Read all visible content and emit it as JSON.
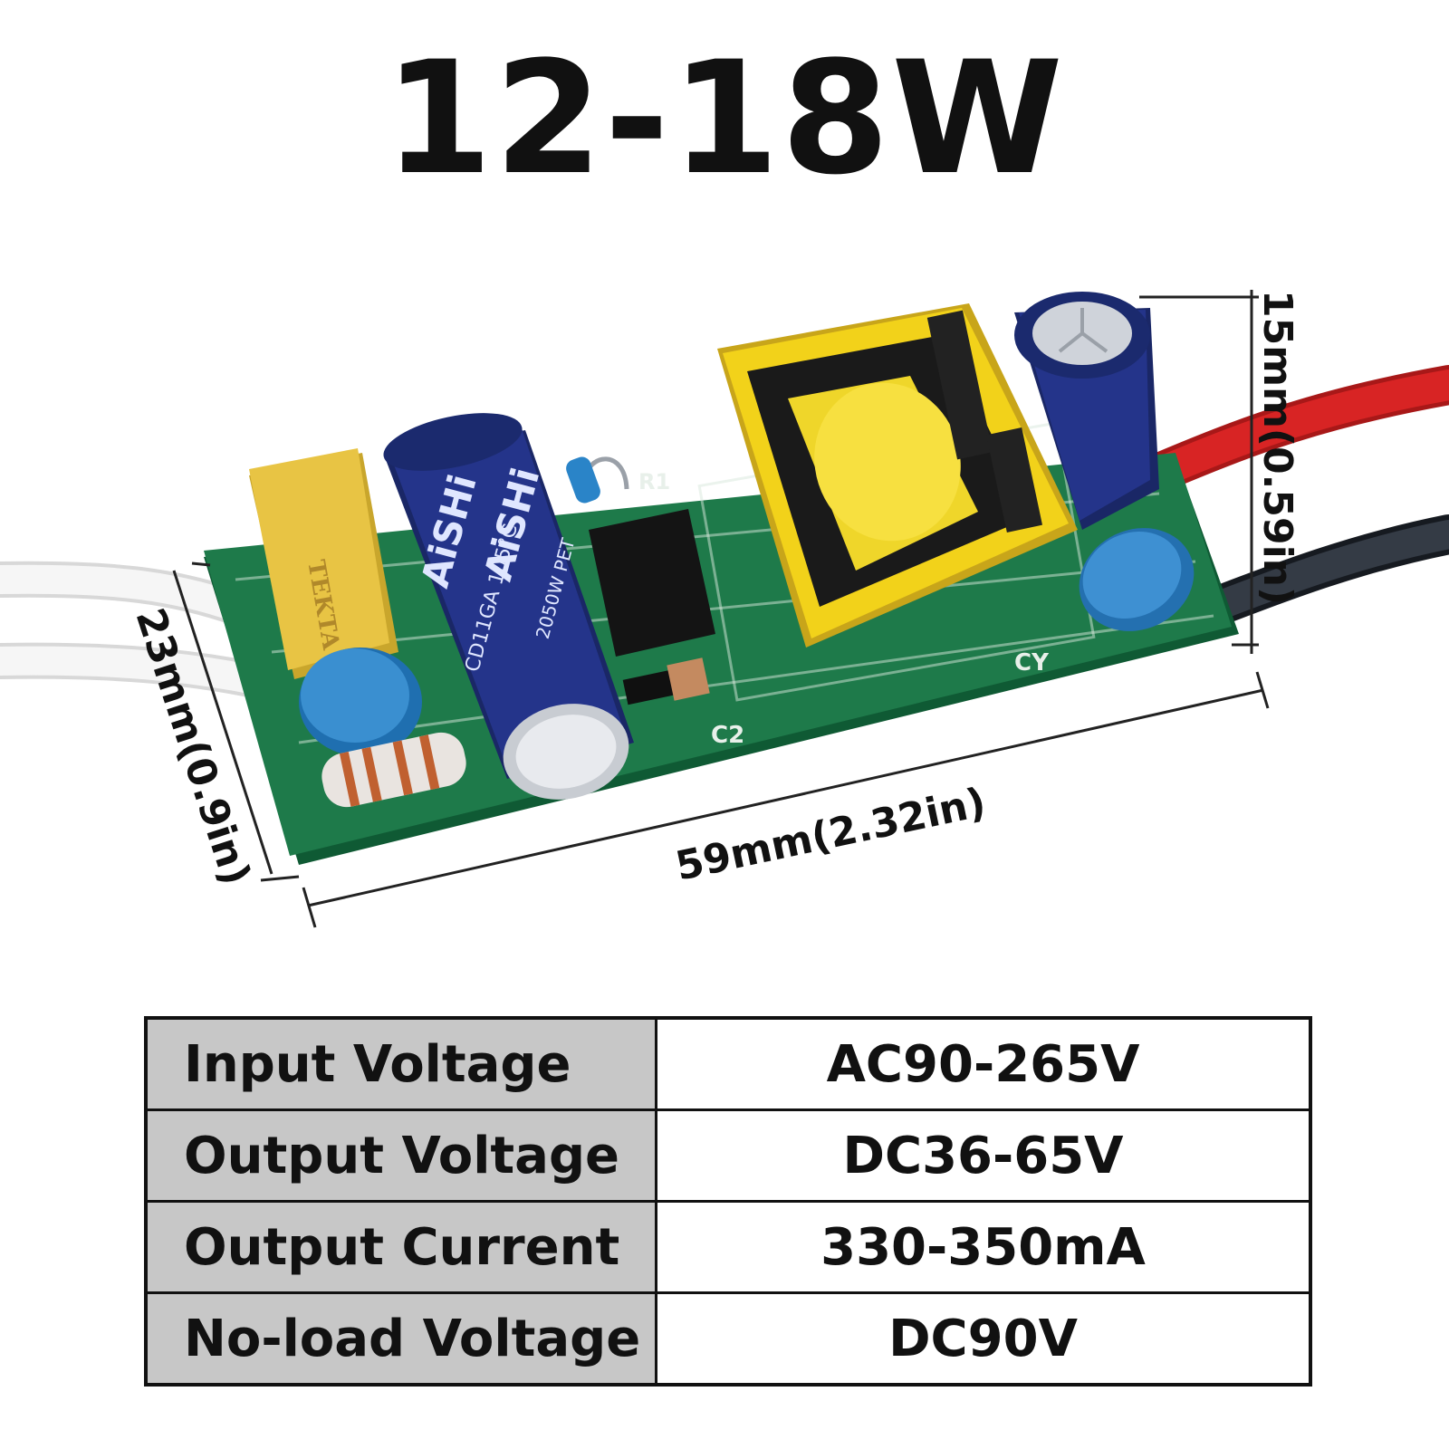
{
  "title": "12-18W",
  "dimensions": {
    "length": "59mm(2.32in)",
    "width": "23mm(0.9in)",
    "height": "15mm(0.59in)"
  },
  "board_markings": {
    "cap_brand_1": "AiSHi",
    "cap_brand_2": "AiSHi",
    "cap_spec_1": "CD11GA 105°C",
    "cap_spec_2": "2050W PET",
    "xcap": "TEKTA",
    "label_c2": "C2",
    "label_cy": "CY",
    "label_r1": "R1"
  },
  "specs": [
    {
      "label": "Input Voltage",
      "value": "AC90-265V"
    },
    {
      "label": "Output Voltage",
      "value": "DC36-65V"
    },
    {
      "label": "Output Current",
      "value": "330-350mA"
    },
    {
      "label": "No-load Voltage",
      "value": "DC90V"
    }
  ],
  "colors": {
    "pcb": "#1e7a4a",
    "capacitor": "#1f2f78",
    "transformer": "#f2d21a",
    "wire_red": "#d42020",
    "wire_black": "#2a3038",
    "wire_white": "#f2f2f2",
    "label_cell": "#c7c7c7"
  }
}
